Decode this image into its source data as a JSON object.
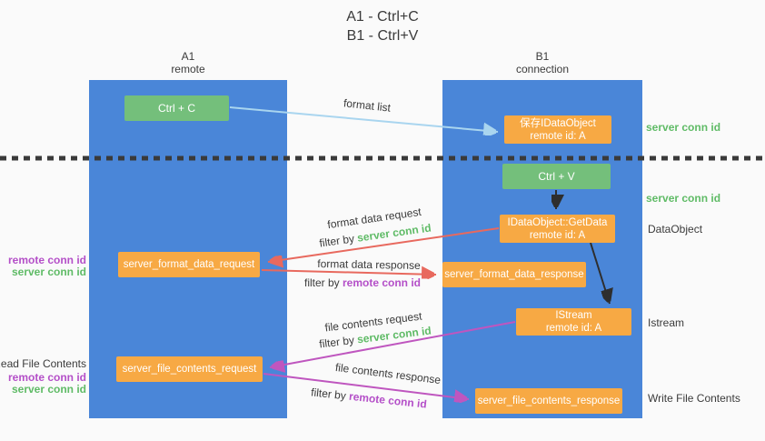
{
  "title": {
    "line1": "A1 - Ctrl+C",
    "line2": "B1 - Ctrl+V"
  },
  "columns": {
    "left": {
      "title": "A1",
      "subtitle": "remote"
    },
    "right": {
      "title": "B1",
      "subtitle": "connection"
    }
  },
  "nodes": {
    "ctrl_c": {
      "label": "Ctrl + C"
    },
    "save_idataobject": {
      "line1": "保存IDataObject",
      "line2": "remote id: A"
    },
    "ctrl_v": {
      "label": "Ctrl + V"
    },
    "idataobject_getdata": {
      "line1": "IDataObject::GetData",
      "line2": "remote id: A"
    },
    "server_format_data_request": {
      "label": "server_format_data_request"
    },
    "server_format_data_response": {
      "label": "server_format_data_response"
    },
    "istream": {
      "line1": "IStream",
      "line2": "remote id: A"
    },
    "server_file_contents_request": {
      "label": "server_file_contents_request"
    },
    "server_file_contents_response": {
      "label": "server_file_contents_response"
    }
  },
  "flow_labels": {
    "format_list": "format list",
    "format_data_request": "format data request",
    "filter_by_server_1": {
      "prefix": "filter by ",
      "value": "server conn id"
    },
    "format_data_response": "format data response",
    "filter_by_remote_1": {
      "prefix": "filter by ",
      "value": "remote conn id"
    },
    "file_contents_request": "file contents request",
    "filter_by_server_2": {
      "prefix": "filter by ",
      "value": "server conn id"
    },
    "file_contents_response": "file contents response",
    "filter_by_remote_2": {
      "prefix": "filter by ",
      "value": "remote conn id"
    }
  },
  "side_labels": {
    "left": [
      "remote conn id",
      "server conn id",
      "Read File Contents",
      "remote conn id",
      "server conn id"
    ],
    "right": [
      "server conn id",
      "server conn id",
      "DataObject",
      "Istream",
      "Write File Contents"
    ]
  },
  "colors": {
    "column_bg": "#4a86d8",
    "key_box": "#74bf7b",
    "message_box": "#f7a944",
    "format_list_arrow": "#a9d5ef",
    "format_data_arrow": "#e8695e",
    "file_contents_arrow": "#bf56bf",
    "black_arrow": "#2e2e2e",
    "server_conn_id_text": "#5fbb66",
    "remote_conn_id_text": "#b44fc8",
    "separator": "#3a3a3a",
    "background": "#fafafa"
  }
}
